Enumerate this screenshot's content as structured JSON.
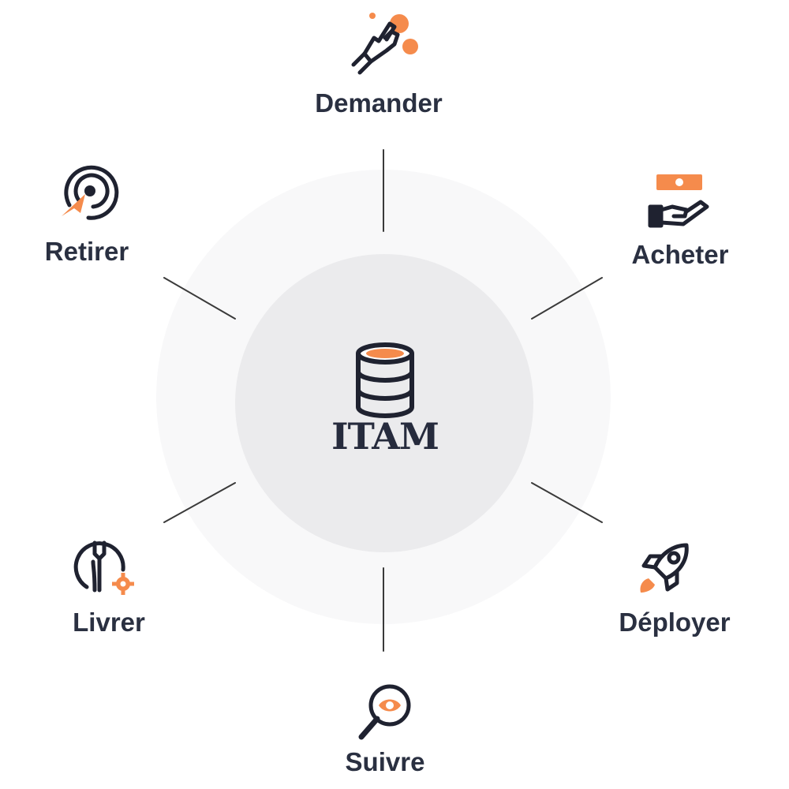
{
  "center": {
    "title": "ITAM",
    "icon": "database-icon"
  },
  "stages": [
    {
      "id": "demander",
      "label": "Demander",
      "icon": "hand-pointer-icon"
    },
    {
      "id": "acheter",
      "label": "Acheter",
      "icon": "hand-money-icon"
    },
    {
      "id": "deployer",
      "label": "Déployer",
      "icon": "rocket-icon"
    },
    {
      "id": "suivre",
      "label": "Suivre",
      "icon": "magnifier-eye-icon"
    },
    {
      "id": "livrer",
      "label": "Livrer",
      "icon": "wrench-gear-icon"
    },
    {
      "id": "retirer",
      "label": "Retirer",
      "icon": "target-cursor-icon"
    }
  ],
  "colors": {
    "accent": "#f58b4c",
    "ink": "#1f2230",
    "label": "#2a3041",
    "line": "#3a3a3a"
  }
}
